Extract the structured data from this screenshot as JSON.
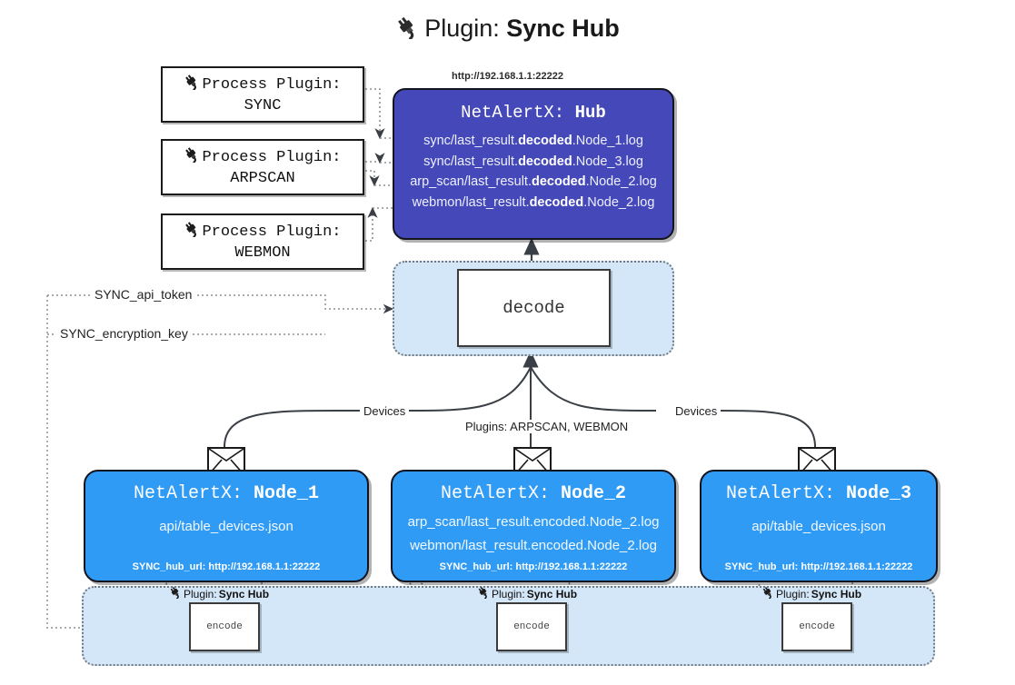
{
  "header": {
    "icon": "plug-icon",
    "prefix": "Plugin: ",
    "name": "Sync Hub"
  },
  "process_plugins": [
    {
      "icon": "plug-icon",
      "line1": "Process Plugin:",
      "line2": "SYNC"
    },
    {
      "icon": "plug-icon",
      "line1": "Process Plugin:",
      "line2": "ARPSCAN"
    },
    {
      "icon": "plug-icon",
      "line1": "Process Plugin:",
      "line2": "WEBMON"
    }
  ],
  "hub": {
    "url": "http://192.168.1.1:22222",
    "title_prefix": "NetAlertX: ",
    "title_name": "Hub",
    "logs": [
      {
        "pre": "sync/last_result.",
        "em": "decoded",
        "post": ".Node_1.log"
      },
      {
        "pre": "sync/last_result.",
        "em": "decoded",
        "post": ".Node_3.log"
      },
      {
        "pre": "arp_scan/last_result.",
        "em": "decoded",
        "post": ".Node_2.log"
      },
      {
        "pre": "webmon/last_result.",
        "em": "decoded",
        "post": ".Node_2.log"
      }
    ]
  },
  "decode": {
    "label": "decode"
  },
  "secrets": [
    {
      "label": "SYNC_api_token"
    },
    {
      "label": "SYNC_encryption_key"
    }
  ],
  "edge_labels": {
    "devices_left": "Devices",
    "devices_right": "Devices",
    "plugins_center": "Plugins: ARPSCAN, WEBMON"
  },
  "nodes": [
    {
      "title_prefix": "NetAlertX: ",
      "title_name": "Node_1",
      "lines": [
        "api/table_devices.json"
      ],
      "footer": "SYNC_hub_url: http://192.168.1.1:22222",
      "envelope": "envelope-icon"
    },
    {
      "title_prefix": "NetAlertX: ",
      "title_name": "Node_2",
      "lines": [
        "arp_scan/last_result.encoded.Node_2.log",
        "webmon/last_result.encoded.Node_2.log"
      ],
      "footer": "SYNC_hub_url: http://192.168.1.1:22222",
      "envelope": "envelope-icon"
    },
    {
      "title_prefix": "NetAlertX: ",
      "title_name": "Node_3",
      "lines": [
        "api/table_devices.json"
      ],
      "footer": "SYNC_hub_url: http://192.168.1.1:22222",
      "envelope": "envelope-icon"
    }
  ],
  "encoders": [
    {
      "plugin_prefix": "Plugin: ",
      "plugin_name": "Sync Hub",
      "box_label": "encode"
    },
    {
      "plugin_prefix": "Plugin: ",
      "plugin_name": "Sync Hub",
      "box_label": "encode"
    },
    {
      "plugin_prefix": "Plugin: ",
      "plugin_name": "Sync Hub",
      "box_label": "encode"
    }
  ],
  "colors": {
    "hub_fill": "#4448b8",
    "node_fill": "#2f9bf5",
    "panel_fill": "#d4e7f8",
    "stroke": "#14141e",
    "dotted": "#6f7880"
  }
}
